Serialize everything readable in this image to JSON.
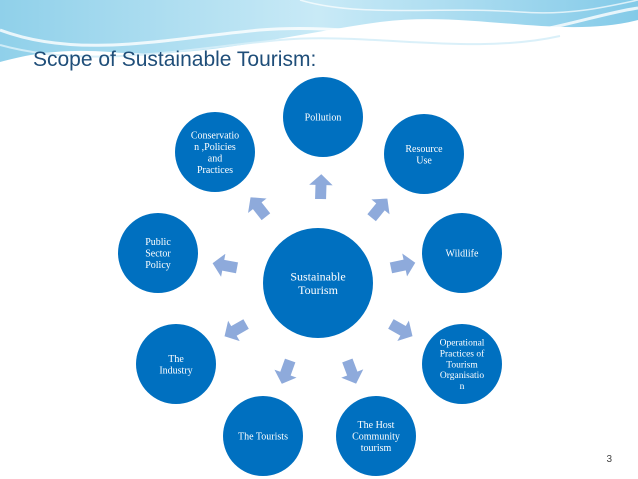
{
  "slide": {
    "title": "Scope of Sustainable Tourism:",
    "page_number": "3"
  },
  "diagram": {
    "center": {
      "lines": [
        "Sustainable",
        "Tourism"
      ]
    },
    "nodes": [
      {
        "id": "pollution",
        "lines": [
          "Pollution"
        ]
      },
      {
        "id": "resource-use",
        "lines": [
          "Resource",
          "Use"
        ]
      },
      {
        "id": "wildlife",
        "lines": [
          "Wildlife"
        ]
      },
      {
        "id": "operational-practices",
        "lines": [
          "Operational",
          "Practices of",
          "Tourism",
          "Organisatio",
          "n"
        ]
      },
      {
        "id": "host-community",
        "lines": [
          "The Host",
          "Community",
          "tourism"
        ]
      },
      {
        "id": "tourists",
        "lines": [
          "The Tourists"
        ]
      },
      {
        "id": "industry",
        "lines": [
          "The",
          "Industry"
        ]
      },
      {
        "id": "public-sector",
        "lines": [
          "Public",
          "Sector",
          "Policy"
        ]
      },
      {
        "id": "conservation",
        "lines": [
          "Conservatio",
          "n ,Policies",
          "and",
          "Practices"
        ]
      }
    ]
  },
  "colors": {
    "circle": "#0070c0",
    "arrow": "#8eaadb",
    "title": "#1f4e79",
    "wave": "#bfe3f2"
  }
}
